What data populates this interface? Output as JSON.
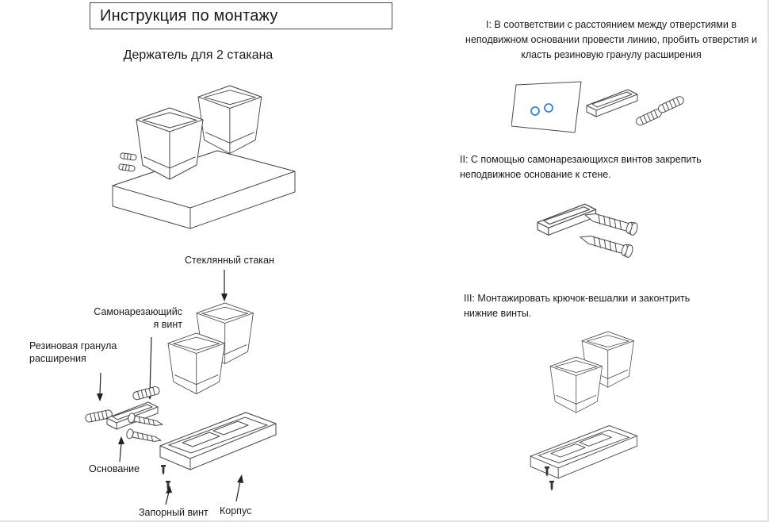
{
  "document": {
    "title": "Инструкция по монтажу",
    "subtitle": "Держатель для 2 стакана"
  },
  "part_labels": {
    "glass_cup": "Стеклянный стакан",
    "self_tapping_screw": "Самонарезающийся винт",
    "rubber_granule": "Резиновая гранула расширения",
    "base": "Основание",
    "locking_screw": "Запорный винт",
    "body": "Корпус"
  },
  "steps": [
    {
      "num": "I",
      "text": "I: В соответствии с расстоянием между отверстиями в неподвижном основании провести линию, пробить отверстия и класть резиновую гранулу расширения"
    },
    {
      "num": "II",
      "text": "II: С помощью самонарезающихся винтов закрепить неподвижное основание к стене."
    },
    {
      "num": "III",
      "text": "III: Монтажировать крючок-вешалки и законтрить нижние винты."
    }
  ],
  "colors": {
    "line": "#4a4a4a",
    "hole_accent": "#3b7fd6"
  }
}
